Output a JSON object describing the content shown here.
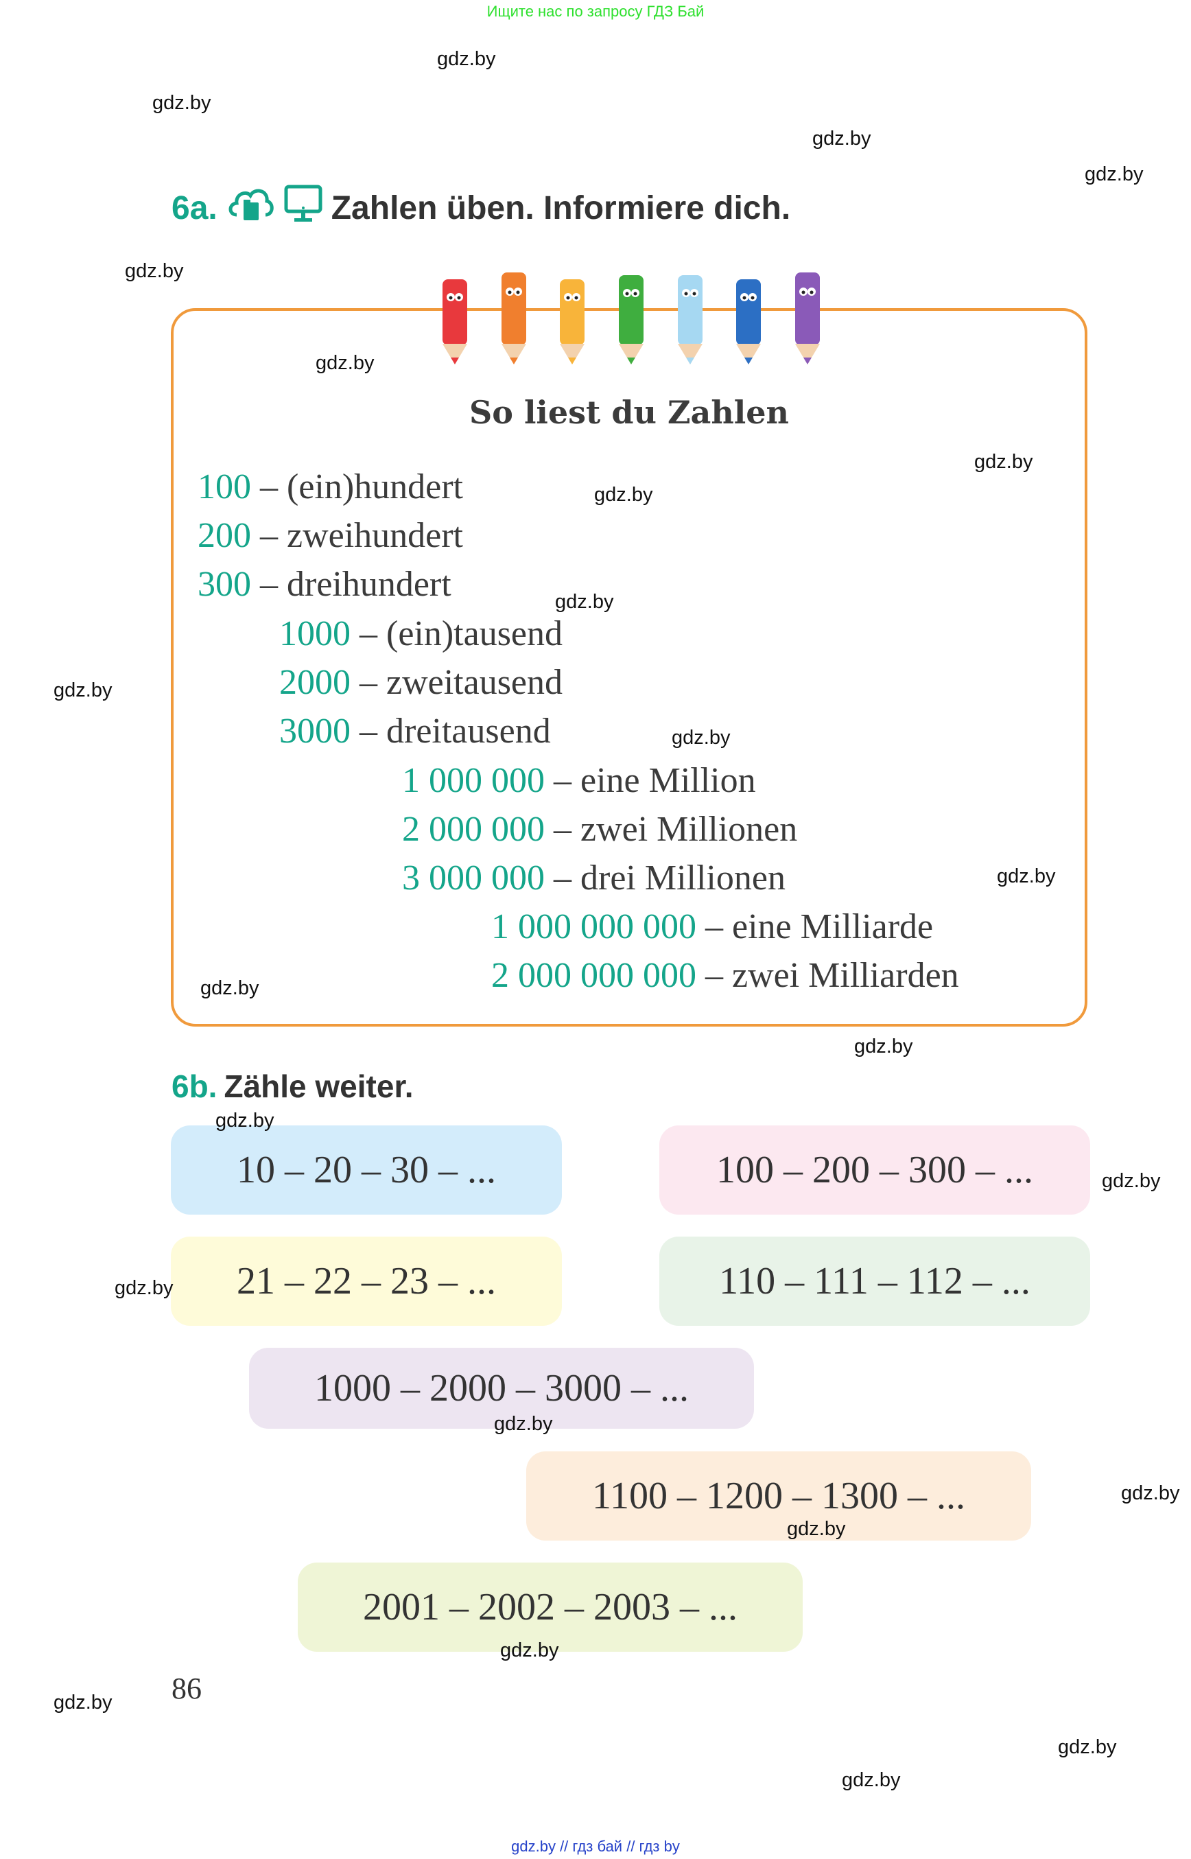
{
  "banner": {
    "text": "Ищите нас по запросу ГДЗ Бай"
  },
  "exercise_a": {
    "number": "6a.",
    "icons": [
      "cloud-folder-icon",
      "computer-monitor-icon"
    ],
    "title": "Zahlen üben. Informiere dich.",
    "box": {
      "heading": "So liest du Zahlen",
      "rows": [
        {
          "number": "100",
          "dash": " – ",
          "word": "(ein)hundert"
        },
        {
          "number": "200",
          "dash": " – ",
          "word": "zweihundert"
        },
        {
          "number": "300",
          "dash": " – ",
          "word": "dreihundert"
        },
        {
          "number": "1000",
          "dash": " – ",
          "word": "(ein)tausend"
        },
        {
          "number": "2000",
          "dash": " – ",
          "word": "zweitausend"
        },
        {
          "number": "3000",
          "dash": " – ",
          "word": "dreitausend"
        },
        {
          "number": "1 000 000",
          "dash": " – ",
          "word": "eine Million"
        },
        {
          "number": "2 000 000",
          "dash": " – ",
          "word": "zwei Millionen"
        },
        {
          "number": "3 000 000",
          "dash": " – ",
          "word": "drei Millionen"
        },
        {
          "number": "1 000 000 000",
          "dash": " – ",
          "word": "eine Milliarde"
        },
        {
          "number": "2 000 000 000",
          "dash": " – ",
          "word": "zwei Milliarden"
        }
      ]
    }
  },
  "exercise_b": {
    "number": "6b.",
    "title": "Zähle weiter.",
    "cards": [
      {
        "text": "10 – 20 – 30 – ...",
        "color": "#d3ecfb"
      },
      {
        "text": "100 – 200 – 300 – ...",
        "color": "#fce8f0"
      },
      {
        "text": "21 – 22 – 23 – ...",
        "color": "#fefbd9"
      },
      {
        "text": "110 – 111 – 112 – ...",
        "color": "#e8f3e8"
      },
      {
        "text": "1000 – 2000 – 3000 – ...",
        "color": "#ede5f1"
      },
      {
        "text": "1100 – 1200 – 1300 – ...",
        "color": "#fdeddc"
      },
      {
        "text": "2001 – 2002 – 2003 – ...",
        "color": "#eff5d6"
      }
    ]
  },
  "page_number": "86",
  "watermark": "gdz.by",
  "footer": {
    "text": "gdz.by  //  гдз бай  //  гдз by"
  },
  "colors": {
    "accent_teal": "#14a58a",
    "box_border": "#f09a3c",
    "text": "#333333"
  }
}
